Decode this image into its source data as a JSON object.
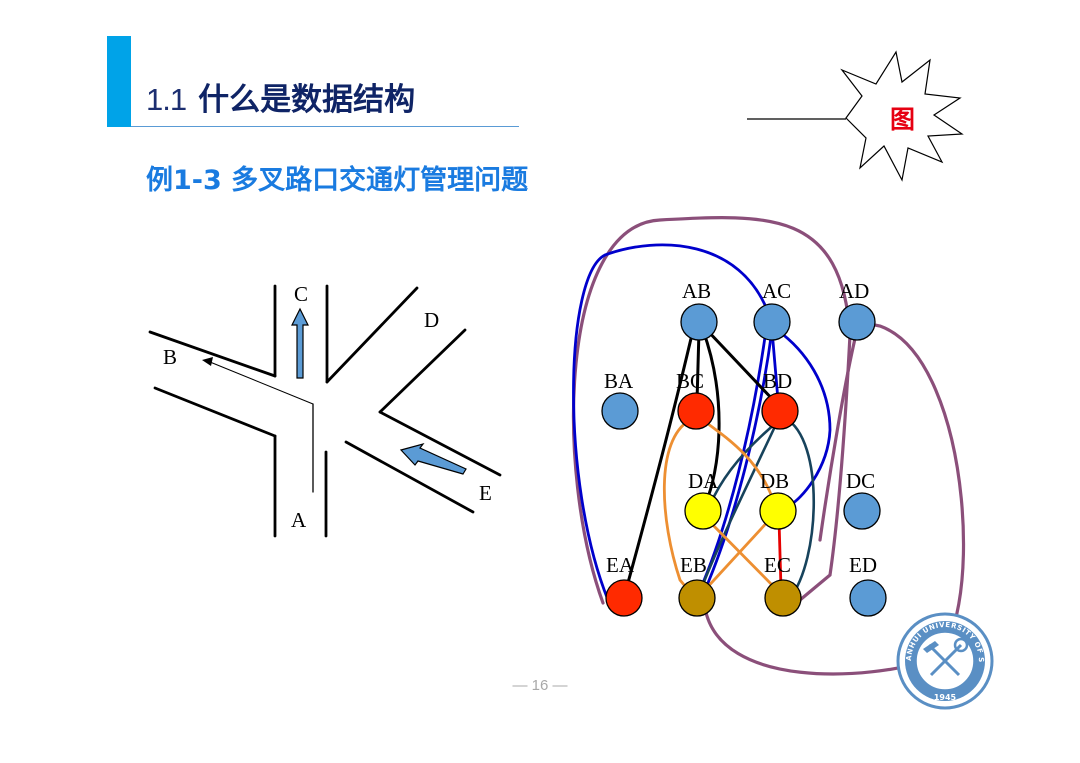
{
  "header": {
    "section_number": "1.1",
    "title": "什么是数据结构",
    "subtitle": "例1-3 多叉路口交通灯管理问题"
  },
  "callout": {
    "label": "图"
  },
  "intersection": {
    "road_labels": [
      "A",
      "B",
      "C",
      "D",
      "E"
    ]
  },
  "graph": {
    "nodes": [
      {
        "id": "AB",
        "color": "#5b9bd5"
      },
      {
        "id": "AC",
        "color": "#5b9bd5"
      },
      {
        "id": "AD",
        "color": "#5b9bd5"
      },
      {
        "id": "BA",
        "color": "#5b9bd5"
      },
      {
        "id": "BC",
        "color": "#ff2a00"
      },
      {
        "id": "BD",
        "color": "#ff2a00"
      },
      {
        "id": "DA",
        "color": "#ffff00"
      },
      {
        "id": "DB",
        "color": "#ffff00"
      },
      {
        "id": "DC",
        "color": "#5b9bd5"
      },
      {
        "id": "EA",
        "color": "#ff2a00"
      },
      {
        "id": "EB",
        "color": "#bf8f00"
      },
      {
        "id": "EC",
        "color": "#bf8f00"
      },
      {
        "id": "ED",
        "color": "#5b9bd5"
      }
    ],
    "edge_colors": {
      "black": "#000000",
      "blue": "#0000cc",
      "purple": "#8b4f7a",
      "orange": "#ed8f32",
      "teal": "#17435c",
      "red": "#e60000"
    }
  },
  "footer": {
    "page_number": "— 16 —"
  },
  "seal": {
    "year": "1945"
  }
}
